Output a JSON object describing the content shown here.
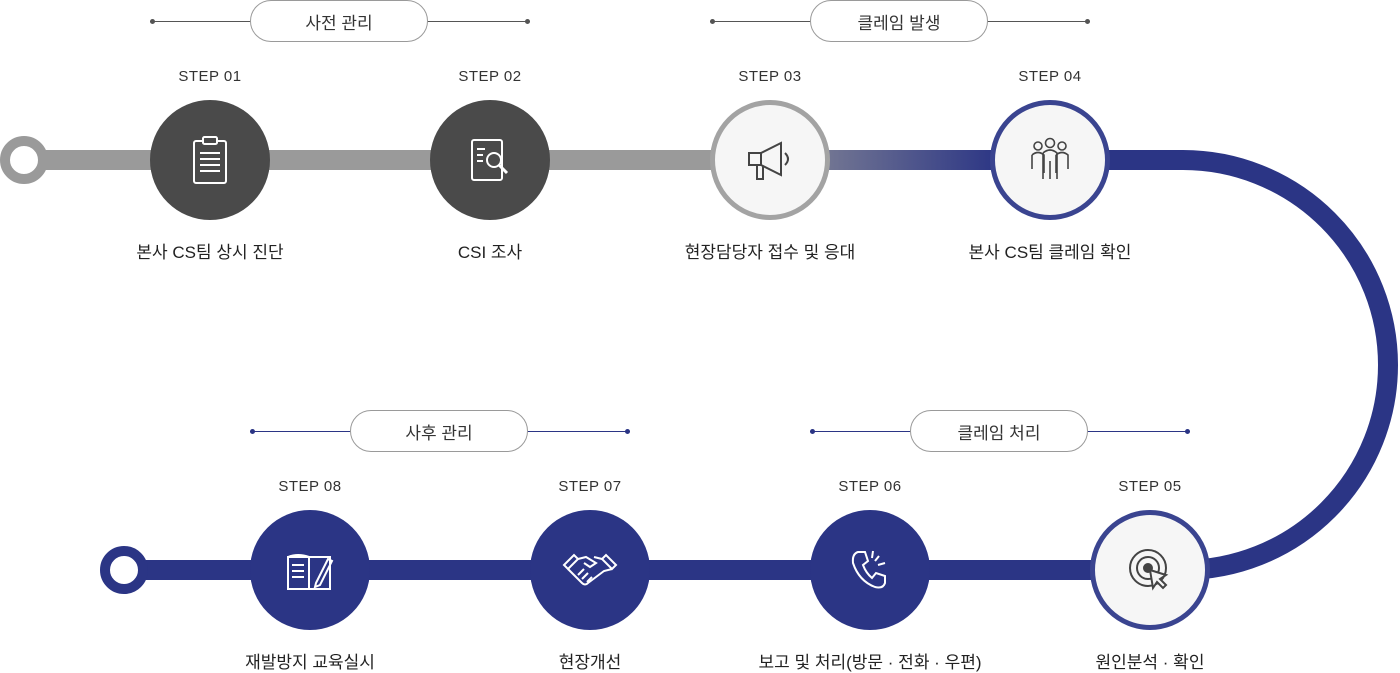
{
  "phases": [
    {
      "label": "사전 관리",
      "style": "gray"
    },
    {
      "label": "클레임 발생",
      "style": "gray"
    },
    {
      "label": "사후 관리",
      "style": "navy"
    },
    {
      "label": "클레임 처리",
      "style": "navy"
    }
  ],
  "steps": [
    {
      "label": "STEP 01",
      "caption": "본사 CS팀 상시 진단",
      "icon": "clipboard-icon"
    },
    {
      "label": "STEP 02",
      "caption": "CSI 조사",
      "icon": "document-search-icon"
    },
    {
      "label": "STEP 03",
      "caption": "현장담당자 접수 및 응대",
      "icon": "megaphone-icon"
    },
    {
      "label": "STEP 04",
      "caption": "본사 CS팀 클레임 확인",
      "icon": "team-icon"
    },
    {
      "label": "STEP 05",
      "caption": "원인분석 · 확인",
      "icon": "target-cursor-icon"
    },
    {
      "label": "STEP 06",
      "caption": "보고 및 처리(방문 · 전화 · 우편)",
      "icon": "phone-icon"
    },
    {
      "label": "STEP 07",
      "caption": "현장개선",
      "icon": "handshake-icon"
    },
    {
      "label": "STEP 08",
      "caption": "재발방지 교육실시",
      "icon": "book-pen-icon"
    }
  ],
  "colors": {
    "gray_track": "#9a9a9a",
    "navy": "#2b3585",
    "dark_circle": "#4a4a4a"
  }
}
